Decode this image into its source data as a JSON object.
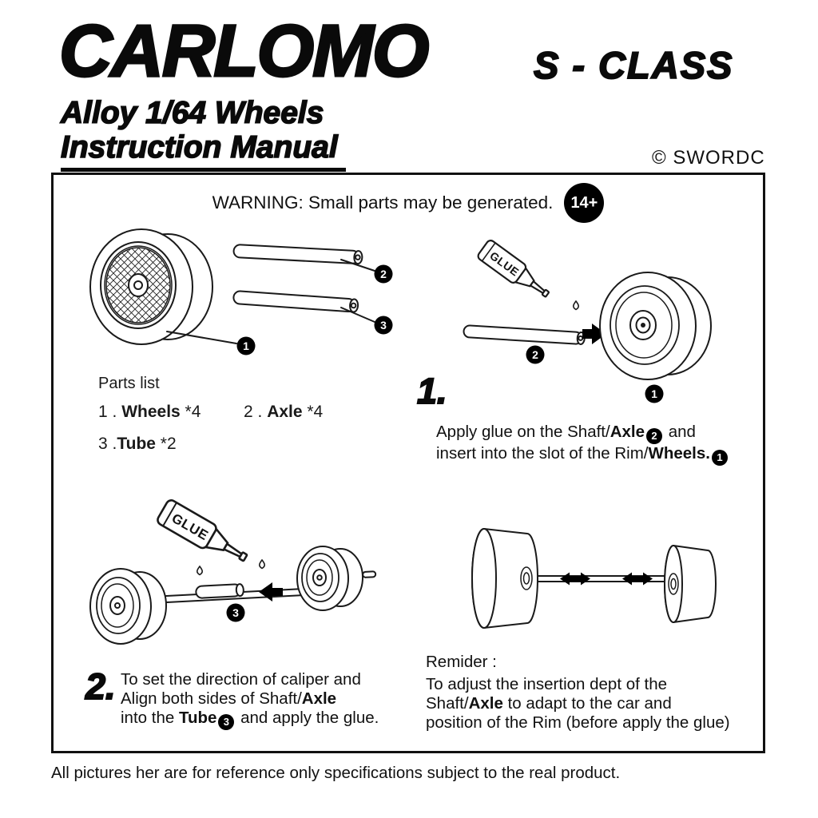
{
  "header": {
    "brand": "CARLOMO",
    "model": "S - CLASS",
    "product_line": "Alloy 1/64 Wheels",
    "doc_title": "Instruction Manual",
    "copyright": "© SWORDC"
  },
  "warning": {
    "text": "WARNING: Small parts may be generated.",
    "age_badge": "14+"
  },
  "parts": {
    "title": "Parts list",
    "item1_index": "1 . ",
    "item1_name": "Wheels",
    "item1_qty": " *4",
    "item2_index": "2 . ",
    "item2_name": "Axle",
    "item2_qty": " *4",
    "item3_index": "3 .",
    "item3_name": "Tube",
    "item3_qty": " *2"
  },
  "step1": {
    "number": "1.",
    "l1_a": "Apply glue on the Shaft/",
    "l1_bold": "Axle",
    "l1_badge": "2",
    "l1_b": " and",
    "l2_a": "insert into the slot of the Rim/",
    "l2_bold": "Wheels.",
    "l2_badge": "1"
  },
  "step2": {
    "number": "2.",
    "l1": "To set the direction of caliper and",
    "l2_a": "Align both sides of Shaft/",
    "l2_bold": "Axle",
    "l3_a": "into the ",
    "l3_bold": "Tube",
    "l3_badge": "3",
    "l3_b": " and apply the glue."
  },
  "reminder": {
    "title": "Remider :",
    "l1": "To adjust the insertion dept of the",
    "l2_a": "Shaft/",
    "l2_bold": "Axle",
    "l2_b": " to adapt to the car and",
    "l3": "position of the Rim (before apply the glue)"
  },
  "footer": {
    "disclaimer": "All pictures her are for reference only specifications subject to the real product."
  },
  "diagram": {
    "glue_label": "GLUE",
    "badge_wheel": "1",
    "badge_axle": "2",
    "badge_tube": "3",
    "colors": {
      "line": "#1a1a1a",
      "badge_bg": "#000000",
      "badge_fg": "#ffffff",
      "paper": "#ffffff"
    }
  }
}
